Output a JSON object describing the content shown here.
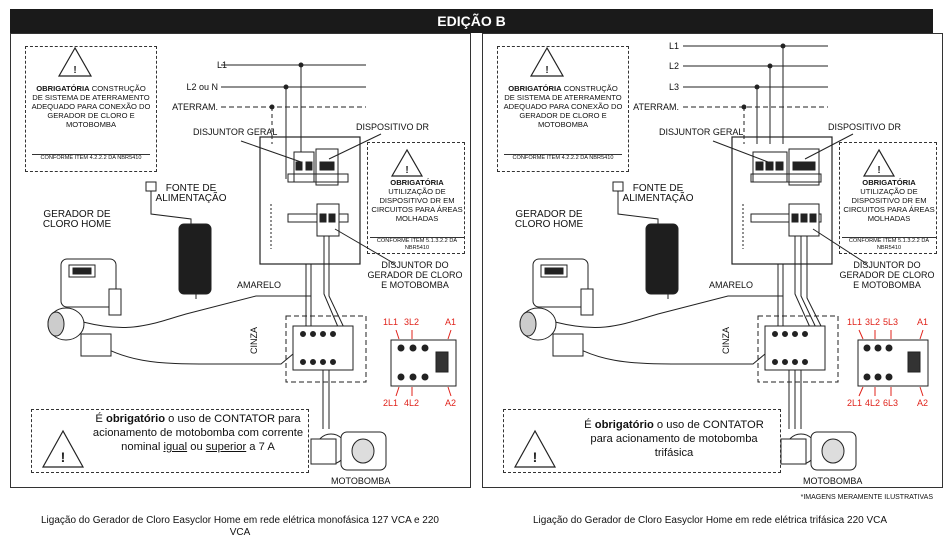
{
  "header": {
    "title": "EDIÇÃO B"
  },
  "panel_a": {
    "lines": [
      "L1",
      "L2 ou N",
      "ATERRAM."
    ],
    "ground_note": {
      "head": "OBRIGATÓRIA",
      "body": "CONSTRUÇÃO DE SISTEMA DE ATERRAMENTO ADEQUADO PARA CONEXÃO DO GERADOR DE CLORO E MOTOBOMBA",
      "ref": "CONFORME ITEM 4.2.2.2 DA NBR5410"
    },
    "breaker_label": "DISJUNTOR GERAL",
    "dr_label": "DISPOSITIVO DR",
    "dr_note": {
      "head": "OBRIGATÓRIA",
      "body": "UTILIZAÇÃO DE DISPOSITIVO DR EM CIRCUITOS PARA ÁREAS MOLHADAS",
      "ref": "CONFORME ITEM 5.1.3.2.2 DA NBR5410"
    },
    "power_label": "FONTE DE ALIMENTAÇÃO",
    "generator_label": "GERADOR DE CLORO HOME",
    "pump_breaker_label": "DISJUNTOR DO GERADOR DE CLORO E MOTOBOMBA",
    "wire_yellow": "AMARELO",
    "wire_gray": "CINZA",
    "contactor_top": [
      "1L1",
      "3L2",
      "A1"
    ],
    "contactor_bottom": [
      "2L1",
      "4L2",
      "A2"
    ],
    "pump_label": "MOTOBOMBA",
    "contactor_note": {
      "p1": "É ",
      "bold": "obrigatório",
      "p2": " o uso de CONTATOR para acionamento de motobomba com corrente nominal ",
      "u1": "igual",
      "p3": " ou ",
      "u2": "superior",
      "p4": " a 7 A"
    },
    "caption": "Ligação do Gerador de Cloro Easyclor Home em rede elétrica monofásica 127 VCA e 220 VCA"
  },
  "panel_b": {
    "lines": [
      "L1",
      "L2",
      "L3",
      "ATERRAM."
    ],
    "ground_note": {
      "head": "OBRIGATÓRIA",
      "body": "CONSTRUÇÃO DE SISTEMA DE ATERRAMENTO ADEQUADO PARA CONEXÃO DO GERADOR DE CLORO E MOTOBOMBA",
      "ref": "CONFORME ITEM 4.2.2.2 DA NBR5410"
    },
    "breaker_label": "DISJUNTOR GERAL",
    "dr_label": "DISPOSITIVO DR",
    "dr_note": {
      "head": "OBRIGATÓRIA",
      "body": "UTILIZAÇÃO DE DISPOSITIVO DR EM CIRCUITOS PARA ÁREAS MOLHADAS",
      "ref": "CONFORME ITEM 5.1.3.2.2 DA NBR5410"
    },
    "power_label": "FONTE DE ALIMENTAÇÃO",
    "generator_label": "GERADOR DE CLORO HOME",
    "pump_breaker_label": "DISJUNTOR DO GERADOR DE CLORO E MOTOBOMBA",
    "wire_yellow": "AMARELO",
    "wire_gray": "CINZA",
    "contactor_top": [
      "1L1",
      "3L2",
      "5L3",
      "A1"
    ],
    "contactor_bottom": [
      "2L1",
      "4L2",
      "6L3",
      "A2"
    ],
    "pump_label": "MOTOBOMBA",
    "contactor_note": {
      "p1": "É ",
      "bold": "obrigatório",
      "p2": " o uso de CONTATOR para acionamento de motobomba trifásica"
    },
    "caption": "Ligação do Gerador de Cloro Easyclor Home em rede elétrica trifásica 220 VCA"
  },
  "disclaimer": "*IMAGENS MERAMENTE ILUSTRATIVAS"
}
